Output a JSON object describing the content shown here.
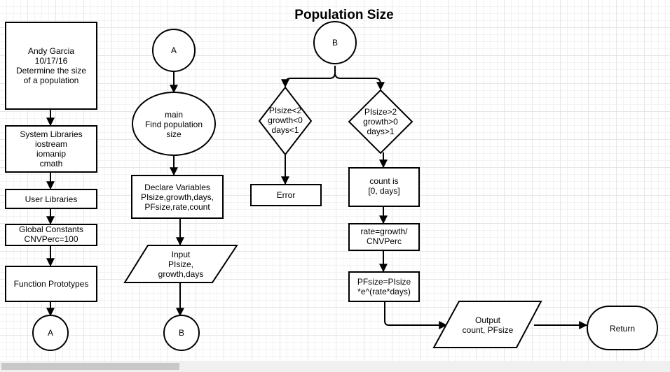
{
  "title": "Population Size",
  "nodes": {
    "header_note": [
      "Andy Garcia",
      "10/17/16",
      "Determine the size",
      "of a population"
    ],
    "system_libraries": [
      "System Libraries",
      "iostream",
      "iomanip",
      "cmath"
    ],
    "user_libraries": [
      "User Libraries"
    ],
    "global_constants": [
      "Global Constants",
      "CNVPerc=100"
    ],
    "function_prototypes": [
      "Function Prototypes"
    ],
    "connector_a_bottom": [
      "A"
    ],
    "connector_a_top": [
      "A"
    ],
    "main": [
      "main",
      "Find population",
      "size"
    ],
    "declare_variables": [
      "Declare Variables",
      "PIsize,growth,days,",
      "PFsize,rate,count"
    ],
    "input": [
      "Input",
      "PIsize,",
      "growth,days"
    ],
    "connector_b_bottom": [
      "B"
    ],
    "connector_b_top": [
      "B"
    ],
    "decision_invalid": [
      "PIsize<2",
      "growth<0",
      "days<1"
    ],
    "decision_valid": [
      "PIsize>2",
      "growth>0",
      "days>1"
    ],
    "error": [
      "Error"
    ],
    "loop_count": [
      "count is",
      "[0, days]"
    ],
    "rate_calc": [
      "rate=growth/",
      "CNVPerc"
    ],
    "pfsize_calc": [
      "PFsize=PIsize",
      "*e^(rate*days)"
    ],
    "output": [
      "Output",
      "count, PFsize"
    ],
    "return": [
      "Return"
    ]
  },
  "colors": {
    "stroke": "#000000",
    "fill": "#ffffff",
    "grid": "#e6e6e6",
    "scrollbar": "#c8c8c8"
  }
}
